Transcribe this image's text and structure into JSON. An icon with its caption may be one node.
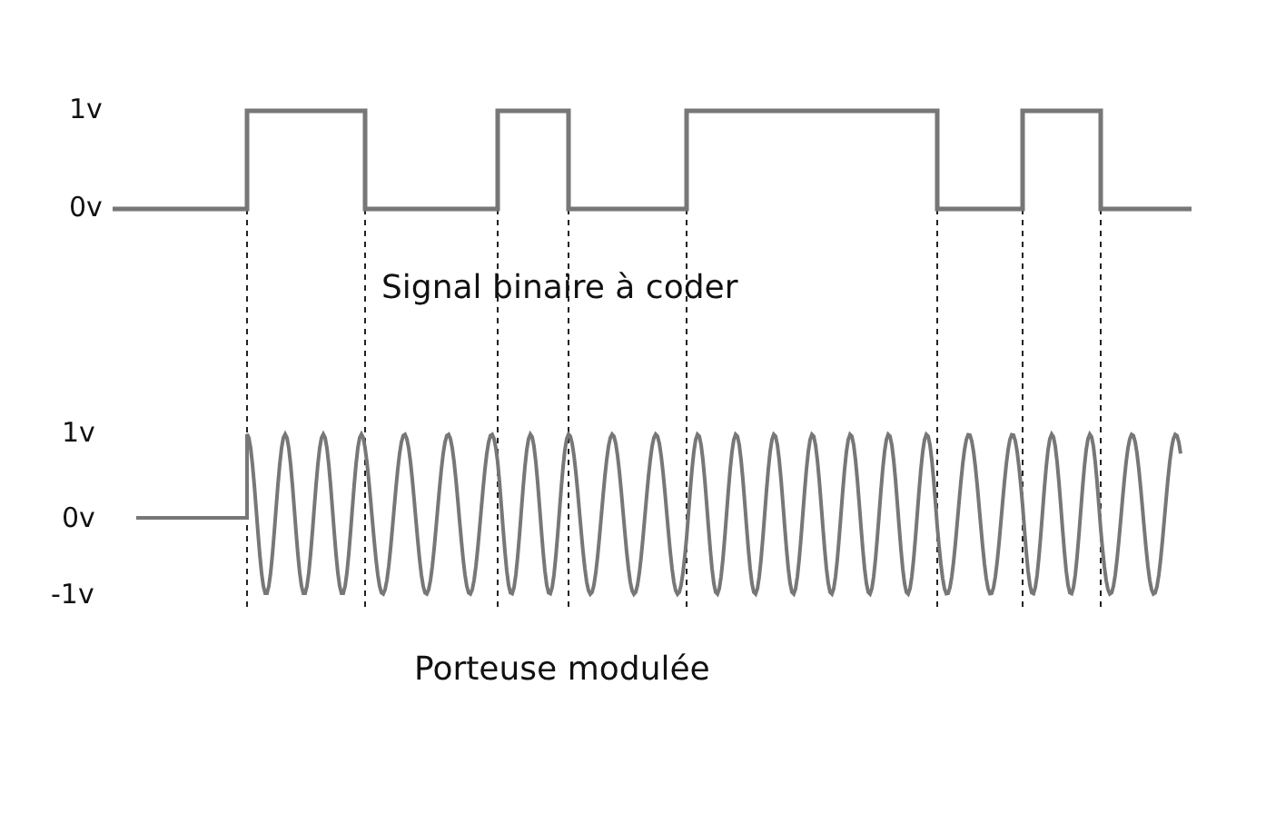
{
  "diagram": {
    "labels": [
      "1v",
      "0v",
      "Signal binaire à coder",
      "1v",
      "0v",
      "-1v",
      "Porteuse modulée"
    ]
  }
}
